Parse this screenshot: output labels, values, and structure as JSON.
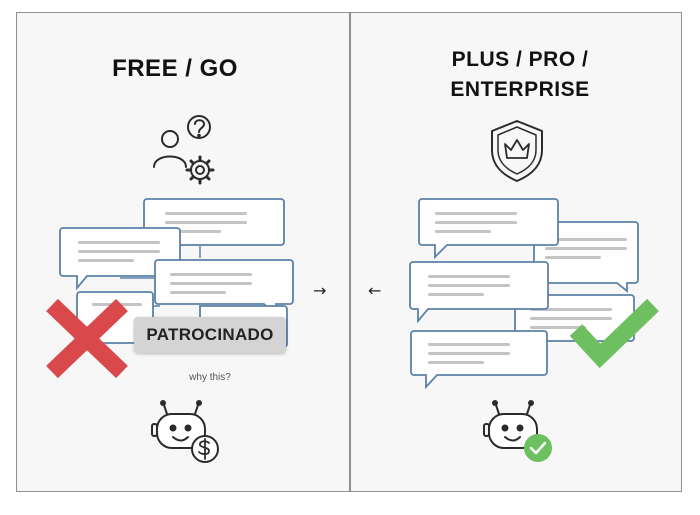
{
  "left_panel": {
    "title": "FREE / GO",
    "sponsored_label": "PATROCINADO",
    "why_link": "why this?",
    "arrow": "→",
    "icons": [
      "user-question-icon",
      "gear-icon",
      "chat-bubbles",
      "red-x-icon",
      "robot-dollar-icon"
    ]
  },
  "right_panel": {
    "title_line1": "PLUS / PRO /",
    "title_line2": "ENTERPRISE",
    "arrow": "←",
    "icons": [
      "crown-shield-icon",
      "chat-bubbles",
      "green-check-icon",
      "robot-check-icon"
    ]
  },
  "colors": {
    "bubble_stroke": "#5b82a8",
    "bubble_line": "#c4c4c4",
    "reject": "#d9484a",
    "approve": "#6ebf5f",
    "icon_stroke": "#2b2b2b"
  }
}
